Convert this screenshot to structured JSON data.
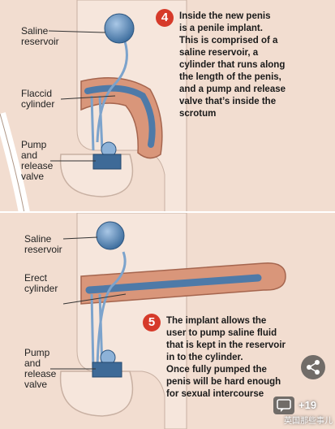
{
  "panel1": {
    "step": "4",
    "caption": [
      "Inside the new penis",
      "is a penile implant.",
      "This is comprised of a",
      "saline reservoir, a",
      "cylinder that runs along",
      "the length of the penis,",
      "and a pump and release",
      "valve that’s inside the",
      "scrotum"
    ],
    "labels": {
      "reservoir": [
        "Saline",
        "reservoir"
      ],
      "cylinder": [
        "Flaccid",
        "cylinder"
      ],
      "pump": [
        "Pump",
        "and",
        "release",
        "valve"
      ]
    }
  },
  "panel2": {
    "step": "5",
    "caption": [
      "The implant allows the",
      "user to pump saline fluid",
      "that is kept in the reservoir",
      "in to the  cylinder.",
      "Once fully pumped the",
      "penis will be hard enough",
      "for sexual intercourse"
    ],
    "labels": {
      "reservoir": [
        "Saline",
        "reservoir"
      ],
      "cylinder": [
        "Erect",
        "cylinder"
      ],
      "pump": [
        "Pump",
        "and",
        "release",
        "valve"
      ]
    }
  },
  "overlay": {
    "comment_count": "+19",
    "watermark": "英国那些事儿"
  },
  "colors": {
    "background": "#f2ddd0",
    "reservoir": "#5f8fbf",
    "cylinder": "#4e7aa8",
    "shaft": "#d9967a",
    "badge": "#d63a2a"
  },
  "icons": [
    "share-icon",
    "comment-icon"
  ]
}
